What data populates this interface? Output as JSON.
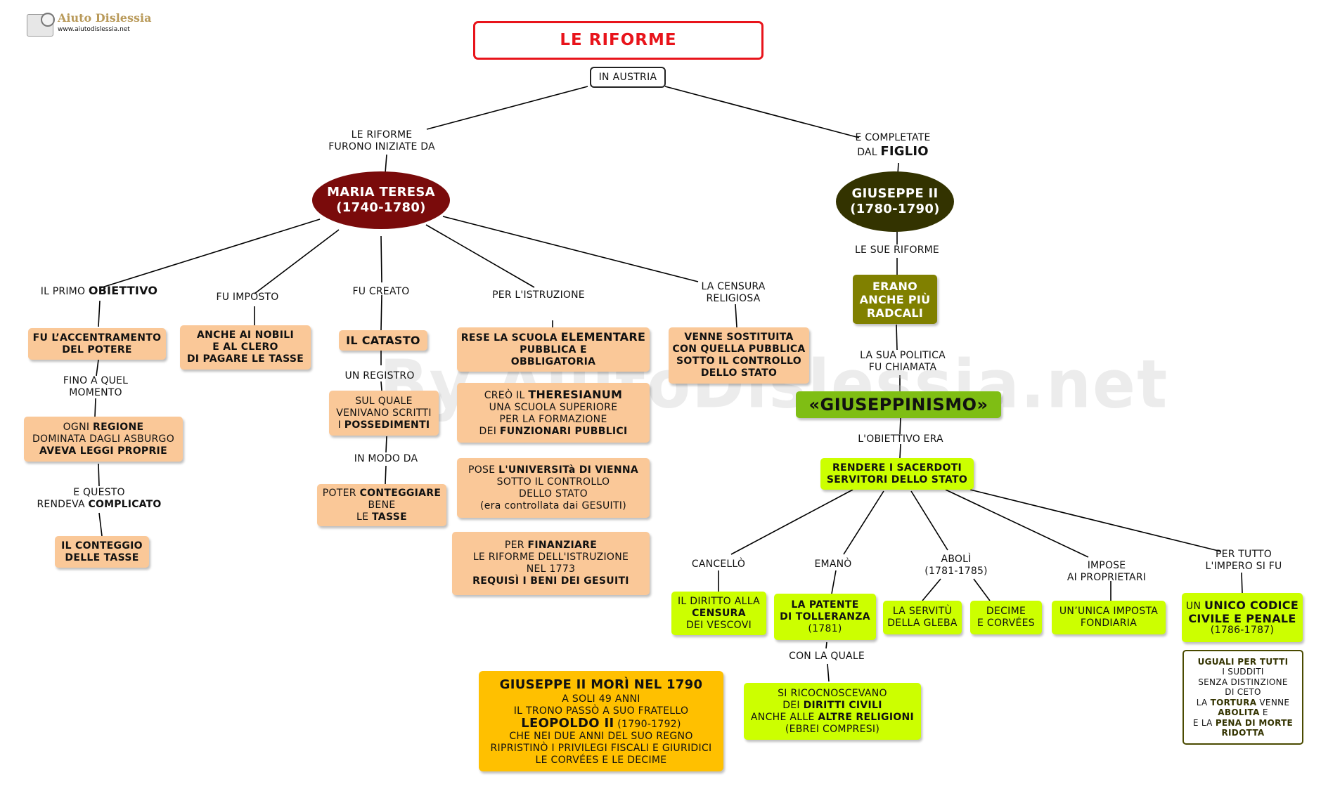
{
  "logo": {
    "name": "Aiuto Dislessia",
    "url": "www.aiutodislessia.net"
  },
  "watermark": "By AiutoDislessia.net",
  "title": "LE RIFORME",
  "root": "IN AUSTRIA",
  "maria_teresa": {
    "link": [
      "LE RIFORME",
      "FURONO INIZIATE DA"
    ],
    "node": [
      "MARIA TERESA",
      "(1740-1780)"
    ],
    "obiettivo": {
      "link_pre": "IL PRIMO",
      "link_key": "OBIETTIVO",
      "box": [
        "FU L’ACCENTRAMENTO",
        "DEL POTERE"
      ],
      "link2": [
        "FINO A QUEL",
        "MOMENTO"
      ],
      "box2_pre": "OGNI",
      "box2_key": "REGIONE",
      "box2_mid": "DOMINATA DAGLI ASBURGO",
      "box2_end": "AVEVA LEGGI PROPRIE",
      "link3_a": "E QUESTO",
      "link3_pre": "RENDEVA",
      "link3_key": "COMPLICATO",
      "box3": [
        "IL CONTEGGIO",
        "DELLE TASSE"
      ]
    },
    "imposto": {
      "link": "FU IMPOSTO",
      "box": [
        "ANCHE AI NOBILI",
        "E AL CLERO",
        "DI PAGARE LE TASSE"
      ]
    },
    "catasto": {
      "link": "FU CREATO",
      "box": "IL CATASTO",
      "link2": "UN REGISTRO",
      "box2_a": "SUL QUALE",
      "box2_b": "VENIVANO SCRITTI",
      "box2_pre": "I",
      "box2_key": "POSSEDIMENTI",
      "link3": "IN MODO DA",
      "box3_pre": "POTER",
      "box3_key": "CONTEGGIARE",
      "box3_b": "BENE",
      "box3_pre2": "LE",
      "box3_key2": "TASSE"
    },
    "istruzione": {
      "link": "PER L'ISTRUZIONE",
      "box1_pre": "RESE LA SCUOLA",
      "box1_key": "ELEMENTARE",
      "box1_b": "PUBBLICA E",
      "box1_c": "OBBLIGATORIA",
      "box2_pre": "CREÒ  IL",
      "box2_key": "THERESIANUM",
      "box2_b": "UNA  SCUOLA  SUPERIORE",
      "box2_c": "PER  LA  FORMAZIONE",
      "box2_pre2": "DEI",
      "box2_key2": "FUNZIONARI PUBBLICI",
      "box3_pre": "POSE",
      "box3_key": "L'UNIVERSITà DI VIENNA",
      "box3_b": "SOTTO IL CONTROLLO",
      "box3_c": "DELLO STATO",
      "box3_d": "(era controllata dai GESUITI)",
      "box4_pre": "PER",
      "box4_key": "FINANZIARE",
      "box4_b": "LE RIFORME DELL'ISTRUZIONE",
      "box4_c": "NEL 1773",
      "box4_d": "REQUISÌ I BENI DEI GESUITI"
    },
    "censura": {
      "link": [
        "LA CENSURA",
        "RELIGIOSA"
      ],
      "box": [
        "VENNE SOSTITUITA",
        "CON QUELLA PUBBLICA",
        "SOTTO IL CONTROLLO",
        "DELLO STATO"
      ]
    }
  },
  "giuseppe": {
    "link_a": "E COMPLETATE",
    "link_pre": "DAL",
    "link_key": "FIGLIO",
    "node": [
      "GIUSEPPE II",
      "(1780-1790)"
    ],
    "link2": "LE SUE RIFORME",
    "radicali": [
      "ERANO",
      "ANCHE PIÙ",
      "RADCALI"
    ],
    "link3": [
      "LA SUA POLITICA",
      "FU CHIAMATA"
    ],
    "giuseppinismo": "«GIUSEPPINISMO»",
    "link4": "L'OBIETTIVO ERA",
    "obiettivo": [
      "RENDERE I SACERDOTI",
      "SERVITORI DELLO STATO"
    ],
    "cancello": {
      "link": "CANCELLÒ",
      "a": "IL DIRITTO ALLA",
      "key": "CENSURA",
      "b": "DEI VESCOVI"
    },
    "emano": {
      "link": "EMANÒ",
      "a": "LA PATENTE",
      "b": "DI TOLLERANZA",
      "c": "(1781)",
      "link2": "CON LA QUALE",
      "box2_a": "SI RICOCNOSCEVANO",
      "box2_pre": "DEI",
      "box2_key": "DIRITTI CIVILI",
      "box2_pre2": "ANCHE ALLE",
      "box2_key2": "ALTRE RELIGIONI",
      "box2_c": "(EBREI COMPRESI)"
    },
    "aboli": {
      "link": [
        "ABOLÌ",
        "(1781-1785)"
      ],
      "box1": [
        "LA SERVITÙ",
        "DELLA GLEBA"
      ],
      "box2": [
        "DECIME",
        "E CORVÉES"
      ]
    },
    "impose": {
      "link": [
        "IMPOSE",
        "AI PROPRIETARI"
      ],
      "box": [
        "UN’UNICA IMPOSTA",
        "FONDIARIA"
      ]
    },
    "codice": {
      "link": [
        "PER TUTTO",
        "L'IMPERO SI FU"
      ],
      "pre": "UN",
      "key1": "UNICO CODICE",
      "key2": "CIVILE E PENALE",
      "years": "(1786-1787)",
      "note_key": "UGUALI PER TUTTI",
      "note_a": "I SUDDITI",
      "note_b": "SENZA DISTINZIONE",
      "note_c": "DI CETO",
      "note_pre": "LA",
      "note_key2": "TORTURA",
      "note_post": "VENNE",
      "note_key3": "ABOLITA",
      "note_post2": "E",
      "note_pre2": "E LA",
      "note_key4": "PENA DI MORTE",
      "note_key5": "RIDOTTA"
    }
  },
  "death": {
    "title": "GIUSEPPE II MORÌ NEL 1790",
    "a": "A SOLI 49 ANNI",
    "b": "IL TRONO PASSÒ A SUO FRATELLO",
    "key": "LEOPOLDO II",
    "years": "(1790-1792)",
    "c": "CHE NEI DUE ANNI DEL SUO REGNO",
    "d": "RIPRISTINÒ I PRIVILEGI FISCALI E GIURIDICI",
    "e": "LE CORVÉES E LE DECIME"
  },
  "colors": {
    "title_border": "#e8141b",
    "title_text": "#e8141b",
    "maria": "#7a0b0b",
    "giuseppe": "#333300",
    "olive": "#808000",
    "green": "#7fbe14",
    "peach": "#fac898",
    "lime": "#ccff00",
    "gold": "#ffc000"
  }
}
